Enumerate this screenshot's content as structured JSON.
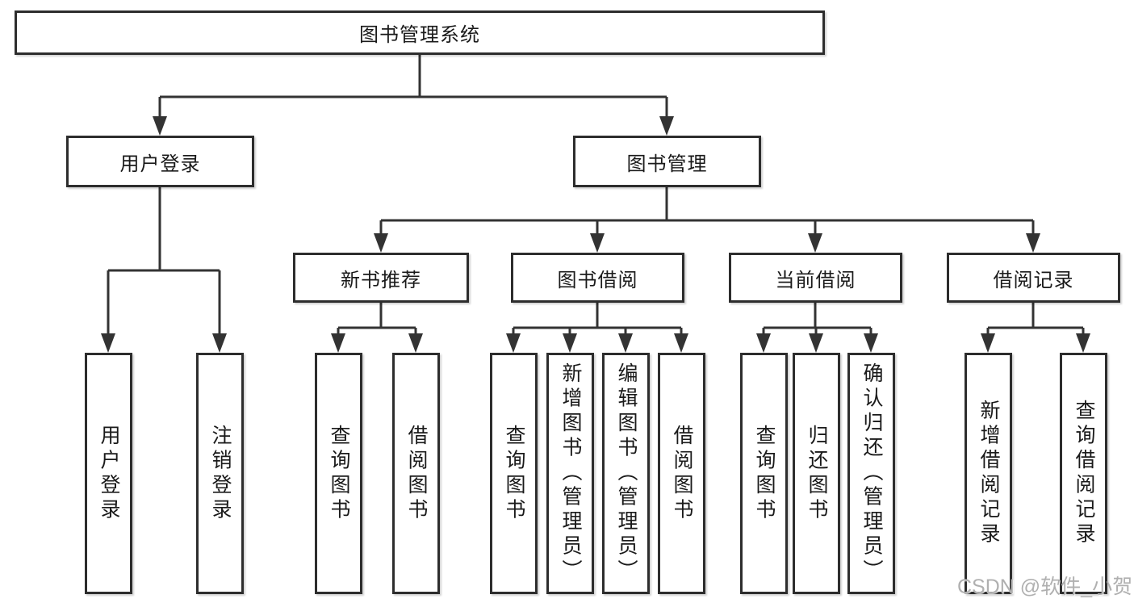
{
  "diagram": {
    "root": {
      "label": "图书管理系统"
    },
    "level2": [
      {
        "label": "用户登录",
        "parent": "图书管理系统"
      },
      {
        "label": "图书管理",
        "parent": "图书管理系统"
      }
    ],
    "level3": [
      {
        "label": "新书推荐",
        "parent": "图书管理"
      },
      {
        "label": "图书借阅",
        "parent": "图书管理"
      },
      {
        "label": "当前借阅",
        "parent": "图书管理"
      },
      {
        "label": "借阅记录",
        "parent": "图书管理"
      }
    ],
    "leaves": [
      {
        "label": "用户登录",
        "parent": "用户登录"
      },
      {
        "label": "注销登录",
        "parent": "用户登录"
      },
      {
        "label": "查询图书",
        "parent": "新书推荐"
      },
      {
        "label": "借阅图书",
        "parent": "新书推荐"
      },
      {
        "label": "查询图书",
        "parent": "图书借阅"
      },
      {
        "label": "新增图书（管理员）",
        "parent": "图书借阅"
      },
      {
        "label": "编辑图书（管理员）",
        "parent": "图书借阅"
      },
      {
        "label": "借阅图书",
        "parent": "图书借阅"
      },
      {
        "label": "查询图书",
        "parent": "当前借阅"
      },
      {
        "label": "归还图书",
        "parent": "当前借阅"
      },
      {
        "label": "确认归还（管理员）",
        "parent": "当前借阅"
      },
      {
        "label": "新增借阅记录",
        "parent": "借阅记录"
      },
      {
        "label": "查询借阅记录",
        "parent": "借阅记录"
      }
    ]
  },
  "watermark": {
    "text": "CSDN @软件_小贺同学"
  },
  "colors": {
    "background": "#ffffff",
    "line": "#333333",
    "box_border": "#2d2d2d",
    "text": "#1a1a1a",
    "watermark": "#b0b0b0"
  }
}
